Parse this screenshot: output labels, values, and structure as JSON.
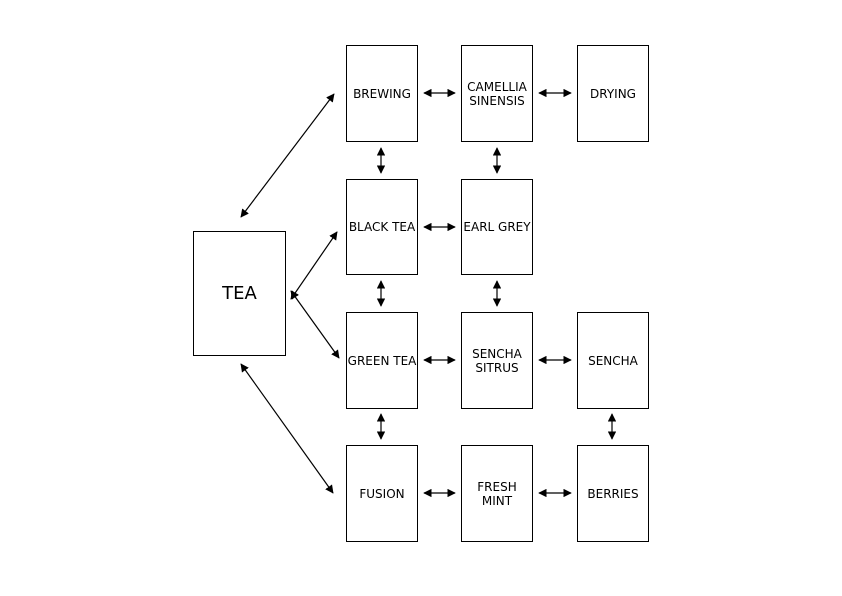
{
  "nodes": {
    "tea": "TEA",
    "brewing": "BREWING",
    "camellia": "CAMELLIA\nSINENSIS",
    "drying": "DRYING",
    "black_tea": "BLACK TEA",
    "earl_grey": "EARL GREY",
    "green_tea": "GREEN TEA",
    "sencha_sitrus": "SENCHA\nSITRUS",
    "sencha": "SENCHA",
    "fusion": "FUSION",
    "fresh_mint": "FRESH MINT",
    "berries": "BERRIES"
  },
  "colors": {
    "stroke": "#000000",
    "background": "#ffffff"
  }
}
